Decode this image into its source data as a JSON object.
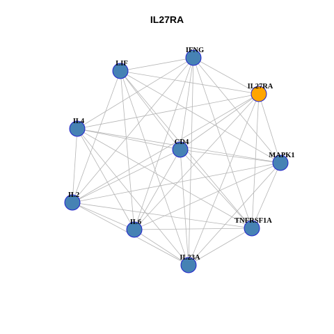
{
  "title": "IL27RA",
  "colors": {
    "node_default": "#4682B4",
    "node_highlight": "#FFA500",
    "node_border": "#2222CC",
    "edge": "#B4B4B4"
  },
  "nodes": [
    {
      "id": "IFNG",
      "label": "IFNG",
      "highlight": false
    },
    {
      "id": "LIF",
      "label": "LIF",
      "highlight": false
    },
    {
      "id": "IL27RA",
      "label": "IL27RA",
      "highlight": true
    },
    {
      "id": "IL4",
      "label": "IL4",
      "highlight": false
    },
    {
      "id": "CD4",
      "label": "CD4",
      "highlight": false
    },
    {
      "id": "MAPK1",
      "label": "MAPK1",
      "highlight": false
    },
    {
      "id": "IL2",
      "label": "IL2",
      "highlight": false
    },
    {
      "id": "IL6",
      "label": "IL6",
      "highlight": false
    },
    {
      "id": "TNFRSF1A",
      "label": "TNFRSF1A",
      "highlight": false
    },
    {
      "id": "IL23A",
      "label": "IL23A",
      "highlight": false
    }
  ],
  "edges": [
    [
      "LIF",
      "IFNG"
    ],
    [
      "LIF",
      "IL27RA"
    ],
    [
      "LIF",
      "CD4"
    ],
    [
      "LIF",
      "MAPK1"
    ],
    [
      "LIF",
      "IL6"
    ],
    [
      "LIF",
      "IL23A"
    ],
    [
      "LIF",
      "IL2"
    ],
    [
      "LIF",
      "TNFRSF1A"
    ],
    [
      "IFNG",
      "IL4"
    ],
    [
      "IFNG",
      "IL27RA"
    ],
    [
      "IFNG",
      "CD4"
    ],
    [
      "IFNG",
      "MAPK1"
    ],
    [
      "IFNG",
      "IL2"
    ],
    [
      "IFNG",
      "IL6"
    ],
    [
      "IFNG",
      "IL23A"
    ],
    [
      "IFNG",
      "TNFRSF1A"
    ],
    [
      "IL27RA",
      "IL4"
    ],
    [
      "IL27RA",
      "CD4"
    ],
    [
      "IL27RA",
      "MAPK1"
    ],
    [
      "IL27RA",
      "IL6"
    ],
    [
      "IL27RA",
      "IL23A"
    ],
    [
      "IL27RA",
      "TNFRSF1A"
    ],
    [
      "IL27RA",
      "IL2"
    ],
    [
      "IL4",
      "CD4"
    ],
    [
      "IL4",
      "MAPK1"
    ],
    [
      "IL4",
      "IL2"
    ],
    [
      "IL4",
      "IL6"
    ],
    [
      "IL4",
      "IL23A"
    ],
    [
      "IL4",
      "TNFRSF1A"
    ],
    [
      "CD4",
      "MAPK1"
    ],
    [
      "CD4",
      "IL2"
    ],
    [
      "CD4",
      "IL6"
    ],
    [
      "CD4",
      "IL23A"
    ],
    [
      "CD4",
      "TNFRSF1A"
    ],
    [
      "MAPK1",
      "IL2"
    ],
    [
      "MAPK1",
      "IL6"
    ],
    [
      "MAPK1",
      "IL23A"
    ],
    [
      "MAPK1",
      "TNFRSF1A"
    ],
    [
      "IL2",
      "IL6"
    ],
    [
      "IL2",
      "IL23A"
    ],
    [
      "IL2",
      "TNFRSF1A"
    ],
    [
      "IL6",
      "IL23A"
    ],
    [
      "IL6",
      "TNFRSF1A"
    ],
    [
      "TNFRSF1A",
      "IL23A"
    ]
  ]
}
